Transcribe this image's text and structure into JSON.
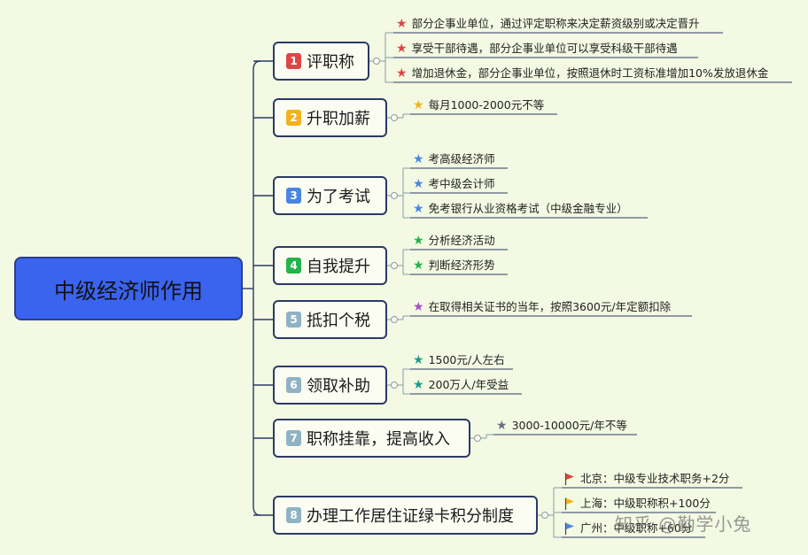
{
  "central": {
    "label": "中级经济师作用"
  },
  "branches": [
    {
      "num": "1",
      "label": "评职称",
      "badge_color": "#e04545",
      "items": [
        {
          "text": "部分企事业单位，通过评定职称来决定薪资级别或决定晋升",
          "icon": "star-icon",
          "color": "#e04545"
        },
        {
          "text": "享受干部待遇，部分企事业单位可以享受科级干部待遇",
          "icon": "star-icon",
          "color": "#e04545"
        },
        {
          "text": "增加退休金，部分企事业单位，按照退休时工资标准增加10%发放退休金",
          "icon": "star-icon",
          "color": "#e04545"
        }
      ]
    },
    {
      "num": "2",
      "label": "升职加薪",
      "badge_color": "#f2b21c",
      "items": [
        {
          "text": "每月1000-2000元不等",
          "icon": "star-icon",
          "color": "#f2b21c"
        }
      ]
    },
    {
      "num": "3",
      "label": "为了考试",
      "badge_color": "#4a86e0",
      "items": [
        {
          "text": "考高级经济师",
          "icon": "star-icon",
          "color": "#4a86e0"
        },
        {
          "text": "考中级会计师",
          "icon": "star-icon",
          "color": "#4a86e0"
        },
        {
          "text": "免考银行从业资格考试（中级金融专业）",
          "icon": "star-icon",
          "color": "#4a86e0"
        }
      ]
    },
    {
      "num": "4",
      "label": "自我提升",
      "badge_color": "#25b34b",
      "items": [
        {
          "text": "分析经济活动",
          "icon": "star-icon",
          "color": "#25b34b"
        },
        {
          "text": "判断经济形势",
          "icon": "star-icon",
          "color": "#25b34b"
        }
      ]
    },
    {
      "num": "5",
      "label": "抵扣个税",
      "badge_color": "#8fb3c2",
      "items": [
        {
          "text": "在取得相关证书的当年，按照3600元/年定额扣除",
          "icon": "star-icon",
          "color": "#a64fc4"
        }
      ]
    },
    {
      "num": "6",
      "label": "领取补助",
      "badge_color": "#8fb3c2",
      "items": [
        {
          "text": "1500元/人左右",
          "icon": "star-icon",
          "color": "#1f9b8a"
        },
        {
          "text": "200万人/年受益",
          "icon": "star-icon",
          "color": "#1f9b8a"
        }
      ]
    },
    {
      "num": "7",
      "label": "职称挂靠，提高收入",
      "badge_color": "#8fb3c2",
      "items": [
        {
          "text": "3000-10000元/年不等",
          "icon": "star-icon",
          "color": "#6b6f87"
        }
      ]
    },
    {
      "num": "8",
      "label": "办理工作居住证绿卡积分制度",
      "badge_color": "#8fb3c2",
      "items": [
        {
          "text": "北京：中级专业技术职务+2分",
          "icon": "flag-icon",
          "color": "#d9453a"
        },
        {
          "text": "上海：中级职称积+100分",
          "icon": "flag-icon",
          "color": "#f2b21c"
        },
        {
          "text": "广州：中级职称+60分",
          "icon": "flag-icon",
          "color": "#4a86e0"
        }
      ]
    }
  ],
  "watermark": "知乎 @勤学小兔"
}
